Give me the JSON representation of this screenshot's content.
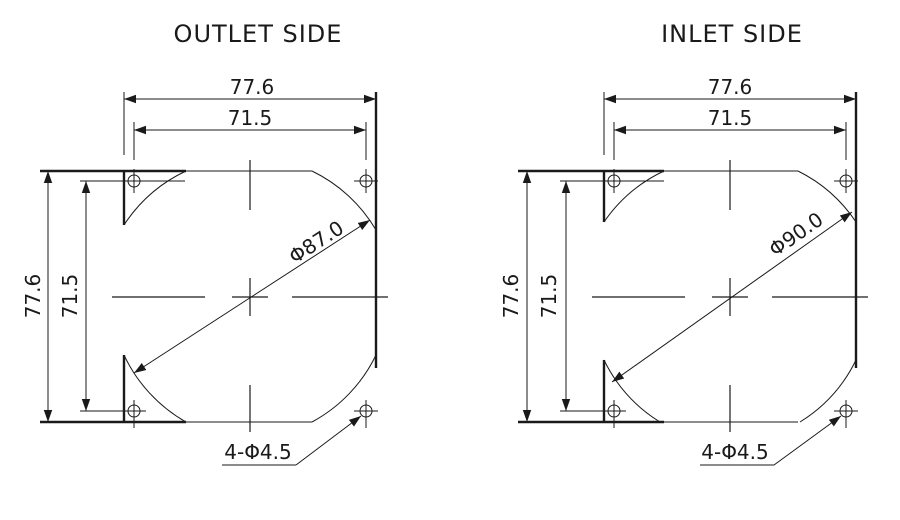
{
  "diagrams": [
    {
      "id": "outlet",
      "title": "OUTLET SIDE",
      "dim_outer_h": "77.6",
      "dim_inner_h": "71.5",
      "dim_outer_v": "77.6",
      "dim_inner_v": "71.5",
      "diameter": "Φ87.0",
      "holes": "4-Φ4.5"
    },
    {
      "id": "inlet",
      "title": "INLET SIDE",
      "dim_outer_h": "77.6",
      "dim_inner_h": "71.5",
      "dim_outer_v": "77.6",
      "dim_inner_v": "71.5",
      "diameter": "Φ90.0",
      "holes": "4-Φ4.5"
    }
  ]
}
